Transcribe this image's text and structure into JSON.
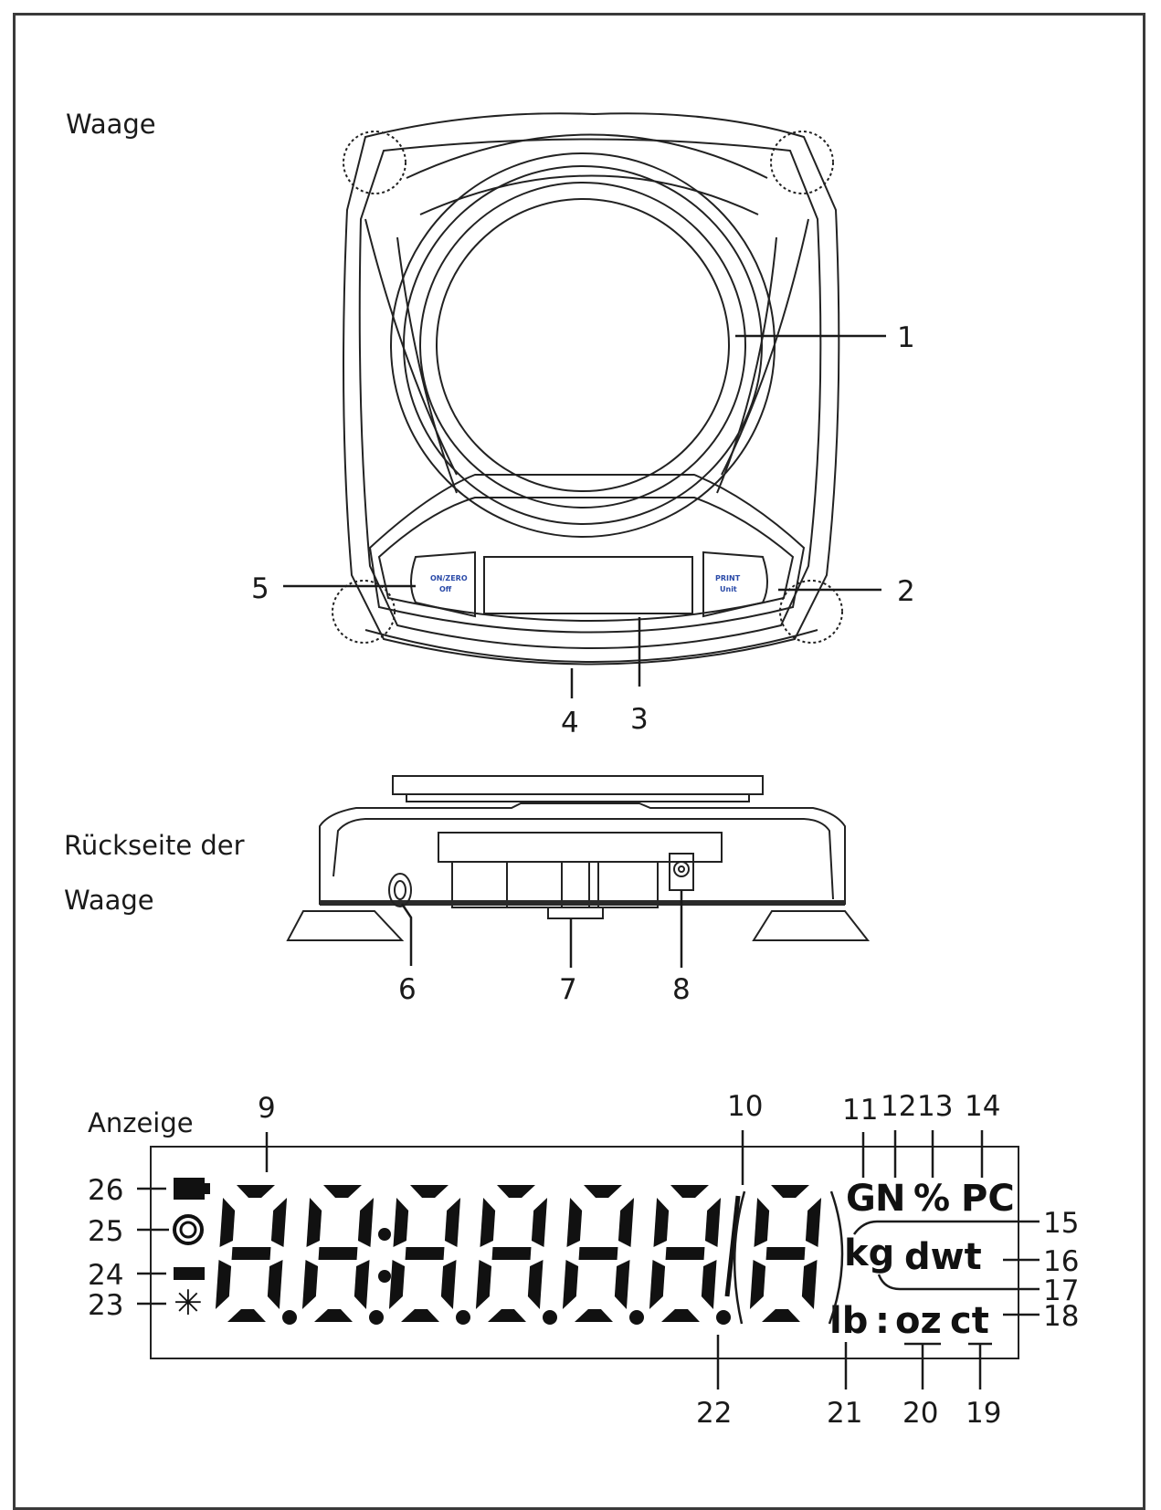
{
  "sections": {
    "scale_top": "Waage",
    "scale_back_line1": "Rückseite der",
    "scale_back_line2": "Waage",
    "display": "Anzeige"
  },
  "buttons": {
    "left_line1": "ON/ZERO",
    "left_line2": "Off",
    "right_line1": "PRINT",
    "right_line2": "Unit"
  },
  "callouts": {
    "c1": "1",
    "c2": "2",
    "c3": "3",
    "c4": "4",
    "c5": "5",
    "c6": "6",
    "c7": "7",
    "c8": "8",
    "c9": "9",
    "c10": "10",
    "c11": "11",
    "c12": "12",
    "c13": "13",
    "c14": "14",
    "c15": "15",
    "c16": "16",
    "c17": "17",
    "c18": "18",
    "c19": "19",
    "c20": "20",
    "c21": "21",
    "c22": "22",
    "c23": "23",
    "c24": "24",
    "c25": "25",
    "c26": "26"
  },
  "display_units": {
    "g": "G",
    "n": "N",
    "percent": "%",
    "pc": "PC",
    "kg": "kg",
    "dwt": "dwt",
    "lb": "lb",
    "colon": ":",
    "oz": "oz",
    "ct": "ct",
    "star": "✳"
  }
}
